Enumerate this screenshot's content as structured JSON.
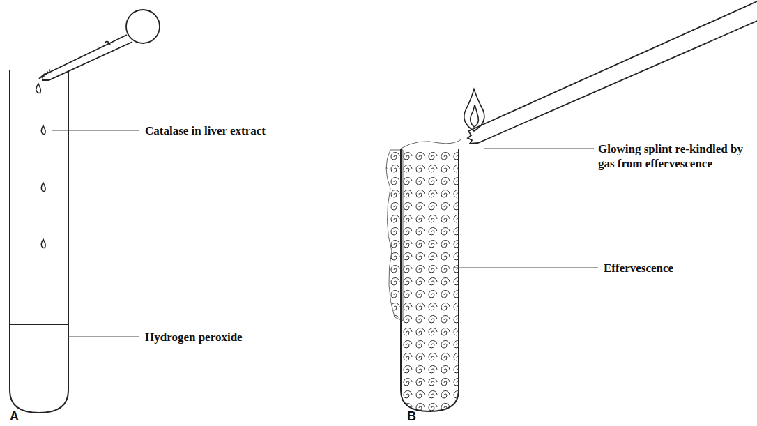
{
  "diagram": {
    "labels": [
      "Catalase in liver extract",
      "Hydrogen peroxide",
      "A",
      "Glowing splint re-kindled by gas from effervescence",
      "Effervescence",
      "B"
    ]
  }
}
